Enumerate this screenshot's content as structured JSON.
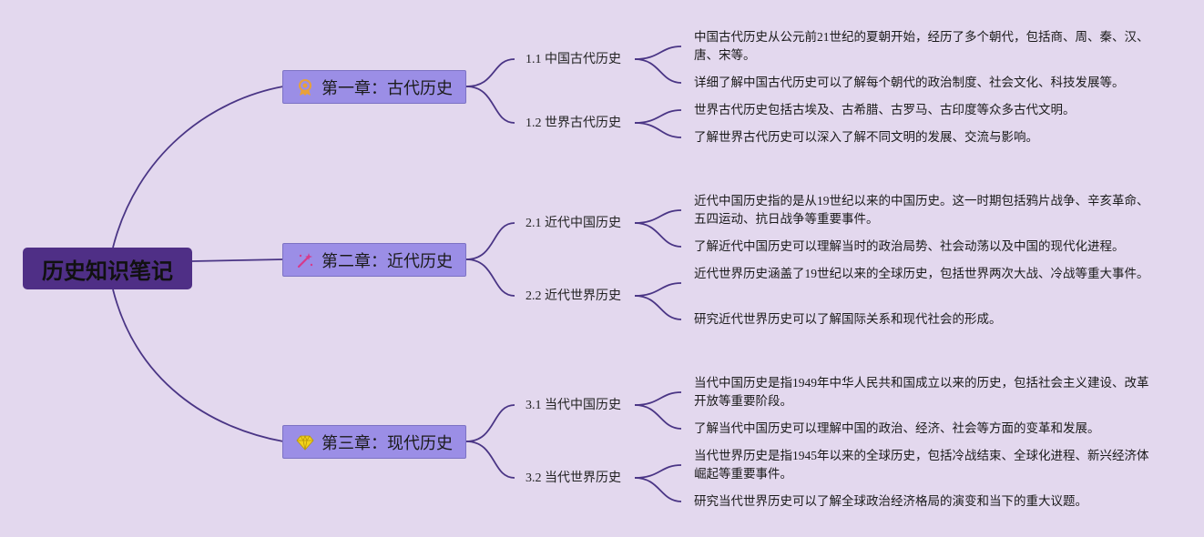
{
  "colors": {
    "background": "#e3d8ee",
    "root": "#4f2f86",
    "chapter": "#9b8ee6",
    "line": "#4a3585"
  },
  "root": {
    "title": "历史知识笔记"
  },
  "chapters": [
    {
      "title": "第一章：古代历史",
      "icon": "award-ribbon-icon",
      "sections": [
        {
          "title": "1.1 中国古代历史",
          "notes": [
            "中国古代历史从公元前21世纪的夏朝开始，经历了多个朝代，包括商、周、秦、汉、唐、宋等。",
            "详细了解中国古代历史可以了解每个朝代的政治制度、社会文化、科技发展等。"
          ]
        },
        {
          "title": "1.2 世界古代历史",
          "notes": [
            "世界古代历史包括古埃及、古希腊、古罗马、古印度等众多古代文明。",
            "了解世界古代历史可以深入了解不同文明的发展、交流与影响。"
          ]
        }
      ]
    },
    {
      "title": "第二章：近代历史",
      "icon": "sparkle-wand-icon",
      "sections": [
        {
          "title": "2.1 近代中国历史",
          "notes": [
            "近代中国历史指的是从19世纪以来的中国历史。这一时期包括鸦片战争、辛亥革命、五四运动、抗日战争等重要事件。",
            "了解近代中国历史可以理解当时的政治局势、社会动荡以及中国的现代化进程。"
          ]
        },
        {
          "title": "2.2 近代世界历史",
          "notes": [
            "近代世界历史涵盖了19世纪以来的全球历史，包括世界两次大战、冷战等重大事件。",
            "研究近代世界历史可以了解国际关系和现代社会的形成。"
          ]
        }
      ]
    },
    {
      "title": "第三章：现代历史",
      "icon": "diamond-icon",
      "sections": [
        {
          "title": "3.1 当代中国历史",
          "notes": [
            "当代中国历史是指1949年中华人民共和国成立以来的历史，包括社会主义建设、改革开放等重要阶段。",
            "了解当代中国历史可以理解中国的政治、经济、社会等方面的变革和发展。"
          ]
        },
        {
          "title": "3.2 当代世界历史",
          "notes": [
            "当代世界历史是指1945年以来的全球历史，包括冷战结束、全球化进程、新兴经济体崛起等重要事件。",
            "研究当代世界历史可以了解全球政治经济格局的演变和当下的重大议题。"
          ]
        }
      ]
    }
  ]
}
